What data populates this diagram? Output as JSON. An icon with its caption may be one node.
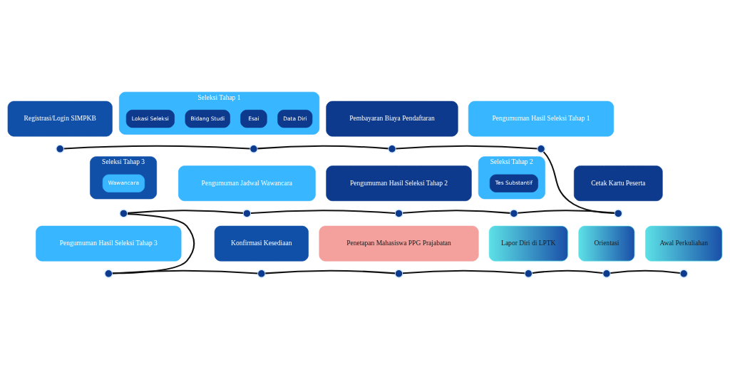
{
  "diagram": {
    "nodes": [
      {
        "text": [
          "Registrasi/Login SIMPKB"
        ]
      },
      {
        "text": [
          "Seleksi Tahap 1"
        ]
      },
      {
        "text": [
          "Data Diri"
        ],
        "in": 1
      },
      {
        "text": [
          "Esai"
        ],
        "in": 1
      },
      {
        "text": [
          "Bidang Studi"
        ],
        "in": 1
      },
      {
        "text": [
          "Lokasi Seleksi"
        ],
        "in": 1
      },
      {
        "text": [
          "Pembayaran Biaya Pendaftaran"
        ]
      },
      {
        "text": [
          "Pengumuman Hasil Seleksi Tahap 1"
        ]
      },
      {
        "text": [
          "Seleksi Tahap 3"
        ]
      },
      {
        "text": [
          "Wawancara"
        ],
        "in": 8
      },
      {
        "text": [
          "Pengumuman Jadwal Wawancara"
        ]
      },
      {
        "text": [
          "Pengumuman Hasil Seleksi Tahap 2"
        ]
      },
      {
        "text": [
          "Seleksi Tahap 2"
        ]
      },
      {
        "text": [
          "Tes Substantif"
        ],
        "in": 12
      },
      {
        "text": [
          "Cetak Kartu Peserta"
        ]
      },
      {
        "text": [
          "Pengumuman Hasil Seleksi Tahap 3"
        ]
      },
      {
        "text": [
          "Konfirmasi Kesediaan"
        ]
      },
      {
        "text": [
          "Penetapan Mahasiswa PPG Prajabatan"
        ]
      },
      {
        "text": [
          "Lapor Diri di LPTK"
        ]
      },
      {
        "text": [
          "Orientasi"
        ]
      },
      {
        "text": [
          "Awal Perkuliahan"
        ]
      },
      {
        "text": [],
        "shape": "circle"
      },
      {
        "text": [],
        "shape": "circle"
      },
      {
        "text": [],
        "shape": "circle"
      },
      {
        "text": [],
        "shape": "circle"
      },
      {
        "text": [],
        "shape": "circle"
      },
      {
        "text": [],
        "shape": "circle"
      },
      {
        "text": [],
        "shape": "circle"
      },
      {
        "text": [],
        "shape": "circle"
      },
      {
        "text": [],
        "shape": "circle"
      },
      {
        "text": [],
        "shape": "circle"
      },
      {
        "text": [],
        "shape": "circle"
      },
      {
        "text": [],
        "shape": "circle"
      },
      {
        "text": [],
        "shape": "circle"
      },
      {
        "text": [],
        "shape": "circle"
      },
      {
        "text": [],
        "shape": "circle"
      }
    ],
    "edges": [
      {
        "from": 21,
        "to": 22,
        "arrow": "none"
      },
      {
        "from": 22,
        "to": 23,
        "arrow": "none"
      },
      {
        "from": 23,
        "to": 24,
        "arrow": "none"
      },
      {
        "from": 24,
        "to": 29,
        "arrow": "none"
      },
      {
        "from": 29,
        "to": 28,
        "arrow": "none"
      },
      {
        "from": 28,
        "to": 27,
        "arrow": "none"
      },
      {
        "from": 27,
        "to": 26,
        "arrow": "none"
      },
      {
        "from": 26,
        "to": 25,
        "arrow": "none"
      },
      {
        "from": 25,
        "to": 30,
        "arrow": "none"
      },
      {
        "from": 30,
        "to": 31,
        "arrow": "none"
      },
      {
        "from": 31,
        "to": 32,
        "arrow": "none"
      },
      {
        "from": 32,
        "to": 33,
        "arrow": "none"
      },
      {
        "from": 33,
        "to": 34,
        "arrow": "none"
      },
      {
        "from": 34,
        "to": 35,
        "arrow": "none"
      }
    ]
  }
}
